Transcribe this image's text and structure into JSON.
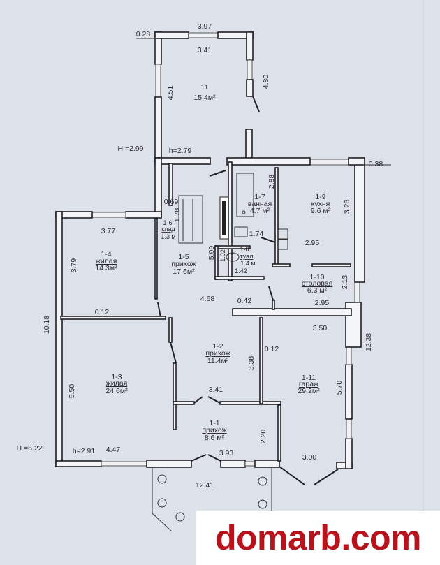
{
  "rooms": [
    {
      "id": "11",
      "name": "",
      "area": "15.4м²"
    },
    {
      "id": "1-1",
      "name": "прихож",
      "area": "8.6 м²"
    },
    {
      "id": "1-2",
      "name": "прихож",
      "area": "11.4м²"
    },
    {
      "id": "1-3",
      "name": "жилая",
      "area": "24.6м²"
    },
    {
      "id": "1-4",
      "name": "жилая",
      "area": "14.3м²"
    },
    {
      "id": "1-5",
      "name": "прихож",
      "area": "17.6м²"
    },
    {
      "id": "1-6",
      "name": "клад",
      "area": "1.3 м"
    },
    {
      "id": "1-7",
      "name": "ванная",
      "area": "4.7 м²"
    },
    {
      "id": "1-8",
      "name": "туал",
      "area": "1.4 м"
    },
    {
      "id": "1-9",
      "name": "кухня",
      "area": "9.6 м²"
    },
    {
      "id": "1-10",
      "name": "столовая",
      "area": "6.3 м²"
    },
    {
      "id": "1-11",
      "name": "гараж",
      "area": "29.2м²"
    }
  ],
  "dimensions": {
    "annex_wall": "0.28",
    "annex_outer": "3.97",
    "annex_inner": "3.41",
    "annex_left": "4.51",
    "annex_right": "4.80",
    "height_ext_top": "H =2.99",
    "height_annex": "h=2.79",
    "right_wall": "0.38",
    "bath_h": "2.88",
    "kitchen_h": "3.26",
    "storage_w": "0.69",
    "storage_h": "1.78",
    "room14_w": "3.77",
    "hall_w": "1.74",
    "kitchen_w": "2.95",
    "room14_h": "3.79",
    "hall15_h": "5.99",
    "wc_h": "1.02",
    "wc_w": "1.42",
    "dining_h": "2.13",
    "hall15_w": "4.68",
    "wall_042": "0.42",
    "dining_w": "2.95",
    "wall_012a": "0.12",
    "total_h": "10.18",
    "garage_w": "3.50",
    "total_right": "12.38",
    "wall_012b": "0.12",
    "hall12_h": "3.38",
    "room13_h": "5.50",
    "garage_h": "5.70",
    "hall12_w": "3.41",
    "hall11_h": "2.20",
    "height_ext_main": "H =6.22",
    "height_main": "h=2.91",
    "room13_w": "4.47",
    "hall11_w": "3.93",
    "garage_w2": "3.00",
    "total_w": "12.41"
  },
  "watermark": "domarb.com"
}
